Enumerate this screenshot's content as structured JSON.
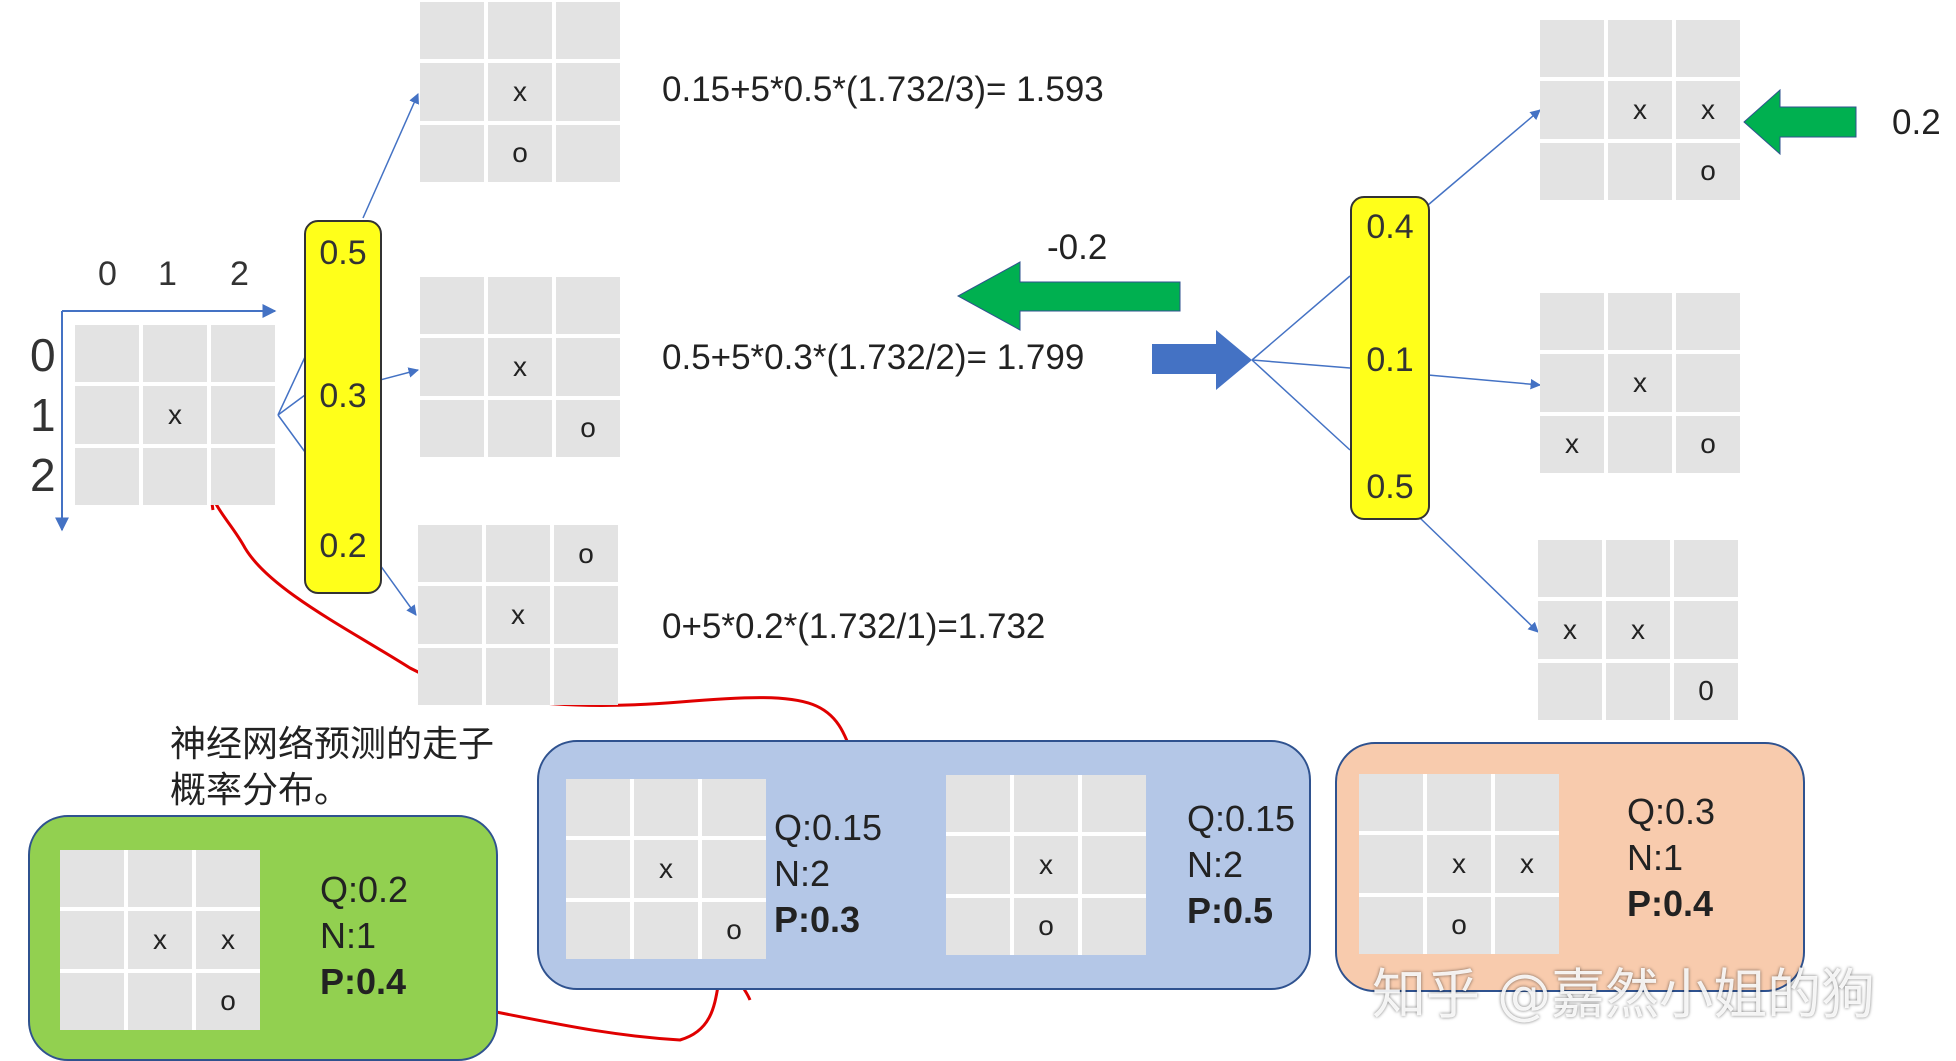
{
  "axis": {
    "col_labels": [
      "0",
      "1",
      "2"
    ],
    "row_labels": [
      "0",
      "1",
      "2"
    ]
  },
  "root_board": [
    "",
    "",
    "",
    "",
    "x",
    "",
    "",
    "",
    ""
  ],
  "left_probs": [
    "0.5",
    "0.3",
    "0.2"
  ],
  "left_children": [
    {
      "board": [
        "",
        "",
        "",
        "",
        "x",
        "",
        "",
        "o",
        ""
      ]
    },
    {
      "board": [
        "",
        "",
        "",
        "",
        "x",
        "",
        "",
        "",
        "o"
      ]
    },
    {
      "board": [
        "",
        "",
        "o",
        "",
        "x",
        "",
        "",
        "",
        ""
      ]
    }
  ],
  "formulas": [
    "0.15+5*0.5*(1.732/3)= 1.593",
    "0.5+5*0.3*(1.732/2)= 1.799",
    "0+5*0.2*(1.732/1)=1.732"
  ],
  "middle_arrow_value": "-0.2",
  "right_probs": [
    "0.4",
    "0.1",
    "0.5"
  ],
  "right_children": [
    {
      "board": [
        "",
        "",
        "",
        "",
        "x",
        "x",
        "",
        "",
        "o"
      ]
    },
    {
      "board": [
        "",
        "",
        "",
        "",
        "x",
        "",
        "x",
        "",
        "o"
      ]
    },
    {
      "board": [
        "",
        "",
        "",
        "x",
        "x",
        "",
        "",
        "",
        "0"
      ]
    }
  ],
  "right_arrow_value": "0.2",
  "caption": [
    "神经网络预测的走子",
    "概率分布。"
  ],
  "green_node": {
    "board": [
      "",
      "",
      "",
      "",
      "x",
      "x",
      "",
      "",
      "o"
    ],
    "q": "Q:0.2",
    "n": "N:1",
    "p": "P:0.4"
  },
  "blue_node_a": {
    "board": [
      "",
      "",
      "",
      "",
      "x",
      "",
      "",
      "",
      "o"
    ],
    "q": "Q:0.15",
    "n": "N:2",
    "p": "P:0.3"
  },
  "blue_node_b": {
    "board": [
      "",
      "",
      "",
      "",
      "x",
      "",
      "",
      "o",
      ""
    ],
    "q": "Q:0.15",
    "n": "N:2",
    "p": "P:0.5"
  },
  "orange_node": {
    "board": [
      "",
      "",
      "",
      "",
      "x",
      "x",
      "",
      "o",
      ""
    ],
    "q": "Q:0.3",
    "n": "N:1",
    "p": "P:0.4"
  },
  "watermark": "知乎 @嘉然小姐的狗",
  "colors": {
    "yellow": "#ffff1a",
    "green_box": "#92d050",
    "blue_box": "#b4c7e7",
    "orange_box": "#f8cbad",
    "arrow_green": "#00b050",
    "arrow_blue": "#4472c4",
    "red_curve": "#e00000",
    "connector": "#4472c4"
  }
}
